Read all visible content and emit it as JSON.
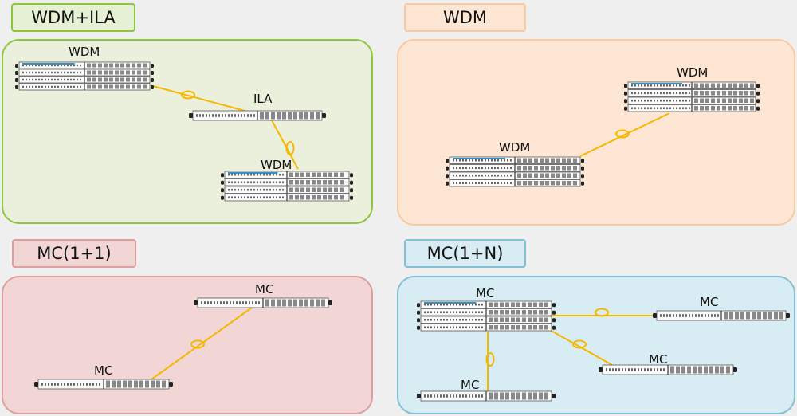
{
  "quadrants": {
    "wdm_ila": {
      "tag": "WDM+ILA",
      "nodes": [
        {
          "label": "WDM"
        },
        {
          "label": "ILA"
        },
        {
          "label": "WDM"
        }
      ]
    },
    "wdm": {
      "tag": "WDM",
      "nodes": [
        {
          "label": "WDM"
        },
        {
          "label": "WDM"
        }
      ]
    },
    "mc_1plus1": {
      "tag": "MC(1+1)",
      "nodes": [
        {
          "label": "MC"
        },
        {
          "label": "MC"
        }
      ]
    },
    "mc_1plusn": {
      "tag": "MC(1+N)",
      "nodes": [
        {
          "label": "MC"
        },
        {
          "label": "MC"
        },
        {
          "label": "MC"
        },
        {
          "label": "MC"
        }
      ]
    }
  },
  "colors": {
    "fiber": "#f5b800",
    "green_border": "#8cc63f",
    "orange_border": "#f9c9a0",
    "red_border": "#dd9e9e",
    "blue_border": "#83c0d3"
  }
}
